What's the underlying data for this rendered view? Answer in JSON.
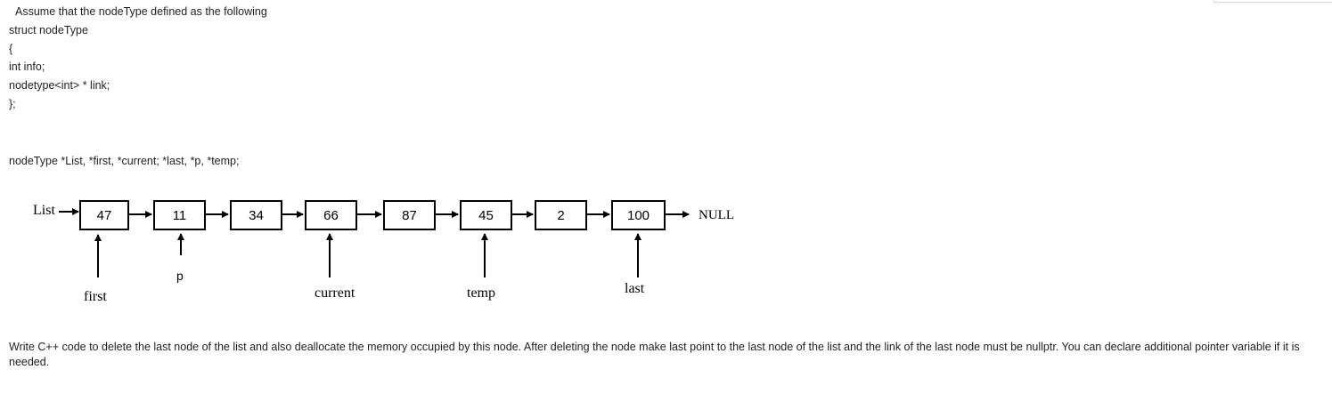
{
  "intro": "Assume that the nodeType defined as the following",
  "code_lines": [
    "struct nodeType",
    "{",
    "int info;",
    "nodetype<int> * link;",
    "};"
  ],
  "declaration": "nodeType *List, *first, *current; *last,  *p,  *temp;",
  "diagram": {
    "list_label": "List",
    "null_label": "NULL",
    "nodes": [
      "47",
      "11",
      "34",
      "66",
      "87",
      "45",
      "2",
      "100"
    ],
    "pointers": {
      "first": "first",
      "p": "p",
      "current": "current",
      "temp": "temp",
      "last": "last"
    }
  },
  "question": "Write C++ code to delete the last node of the list and also deallocate the memory occupied by this node. After deleting the node make last point to the last node of the list and the link of the last node must be nullptr.  You can declare additional pointer variable if it is needed."
}
